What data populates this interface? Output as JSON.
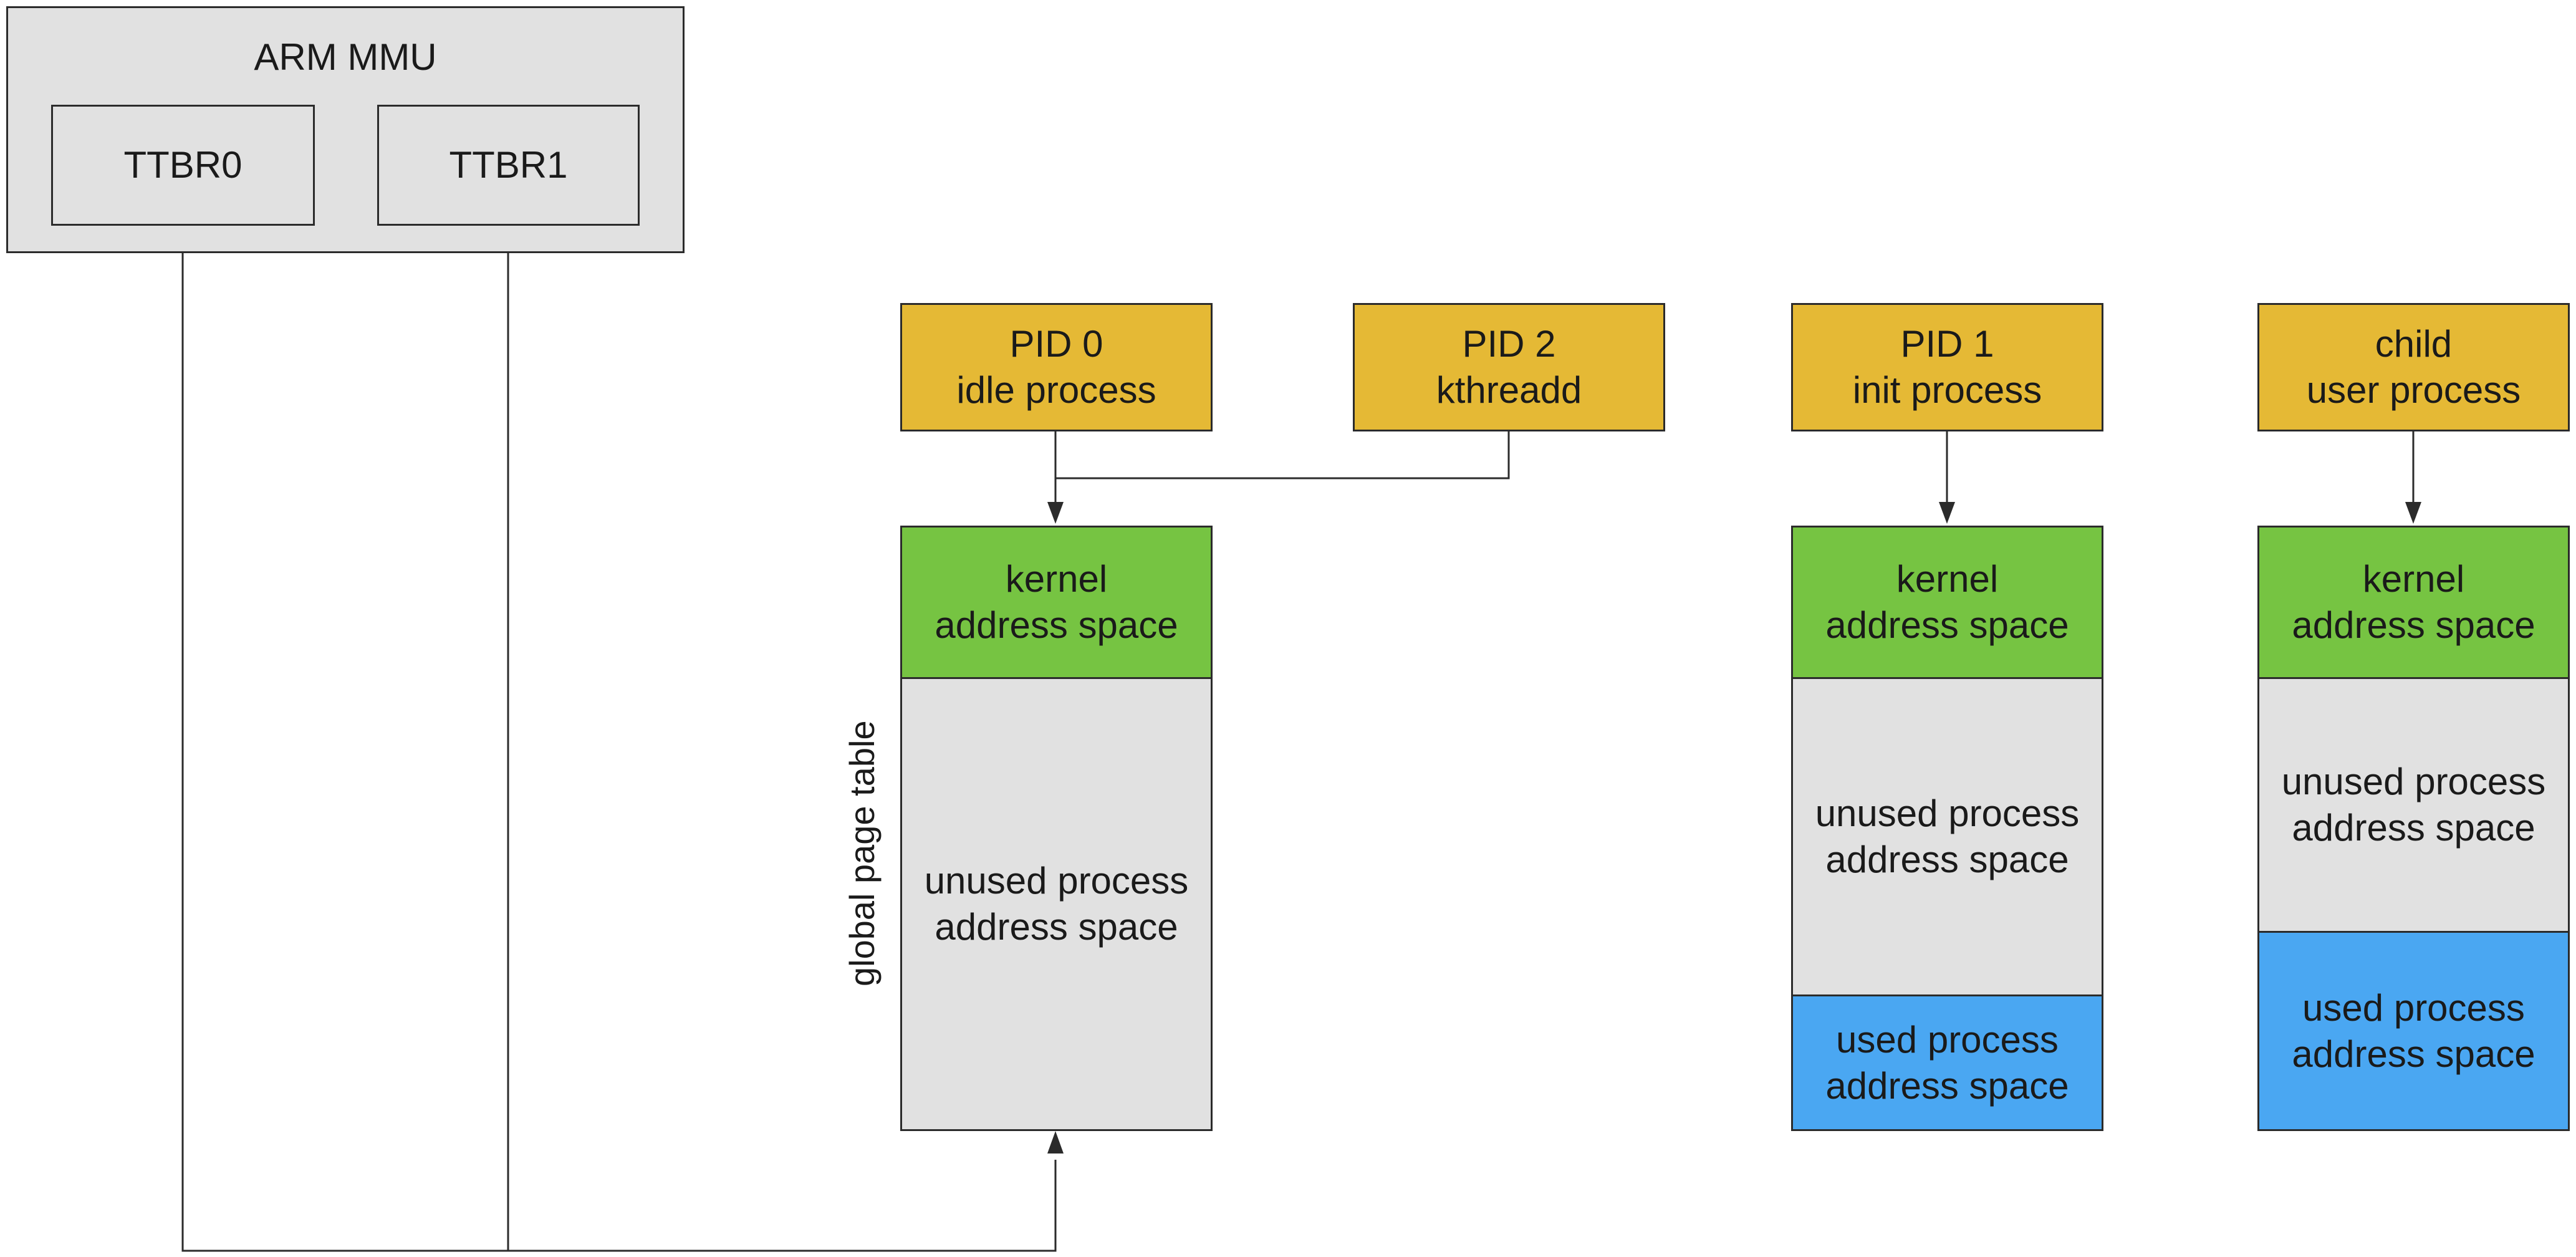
{
  "mmu": {
    "title": "ARM MMU",
    "registers": [
      "TTBR0",
      "TTBR1"
    ]
  },
  "processes": [
    "PID 0\nidle process",
    "PID 2\nkthreadd",
    "PID 1\ninit process",
    "child\nuser process"
  ],
  "tables": {
    "global_label": "global page table",
    "global": {
      "kernel": "kernel\naddress space",
      "unused": "unused process\naddress space"
    },
    "init": {
      "kernel": "kernel\naddress space",
      "unused": "unused process\naddress space",
      "used": "used process\naddress space"
    },
    "child": {
      "kernel": "kernel\naddress space",
      "unused": "unused process\naddress space",
      "used": "used process\naddress space"
    }
  },
  "colors": {
    "process": "#e5b935",
    "kernel": "#76c442",
    "unused": "#e1e1e1",
    "used": "#4aa7f2",
    "mmu": "#e1e1e1"
  }
}
